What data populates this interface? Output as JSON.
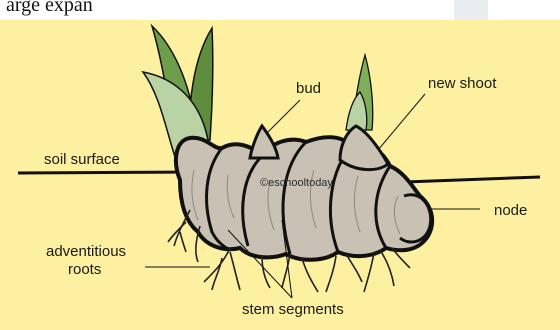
{
  "header_text": "arge expan",
  "watermark": "©eschooltoday",
  "labels": {
    "bud": "bud",
    "new_shoot": "new shoot",
    "soil_surface": "soil surface",
    "node": "node",
    "adventitious_line1": "adventitious",
    "adventitious_line2": "roots",
    "stem_segments": "stem segments"
  },
  "colors": {
    "background": "#fdf0a0",
    "corm": "#c9c2b4",
    "leaf": "#7fae5a",
    "leaf_pale": "#b9d3a4",
    "outline": "#111111"
  }
}
